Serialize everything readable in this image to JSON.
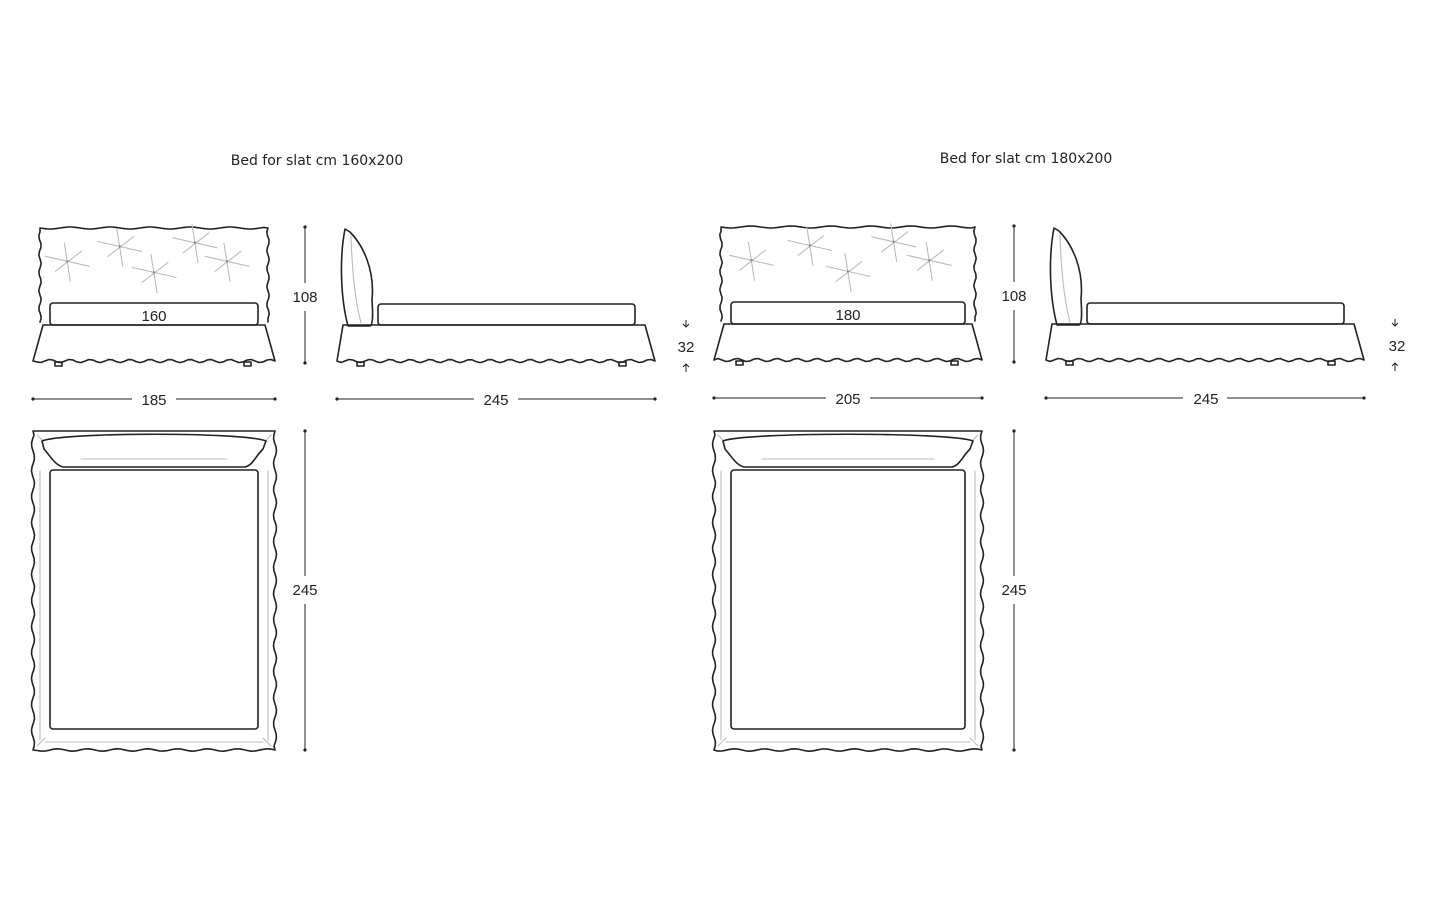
{
  "drawings": [
    {
      "title": "Bed for slat cm 160x200",
      "slat_width": "160",
      "front_width": "185",
      "height": "108",
      "side_length": "245",
      "base_height": "32",
      "top_length": "245"
    },
    {
      "title": "Bed for slat cm 180x200",
      "slat_width": "180",
      "front_width": "205",
      "height": "108",
      "side_length": "245",
      "base_height": "32",
      "top_length": "245"
    }
  ],
  "colors": {
    "line": "#222222",
    "light_line": "#bbbbbb",
    "background": "#ffffff"
  }
}
